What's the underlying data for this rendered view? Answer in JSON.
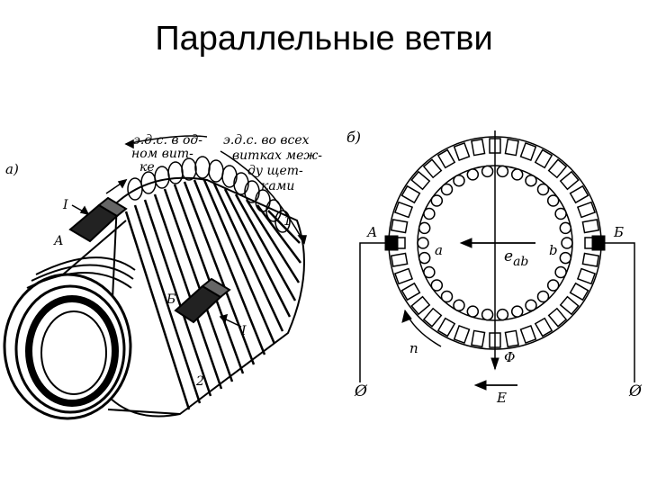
{
  "slide": {
    "title": "Параллельные ветви"
  },
  "figure_a": {
    "panel_label": "а)",
    "emf_one_turn": [
      "э.д.с. в од-",
      "ном вит-",
      "ке"
    ],
    "emf_all_turns": [
      "э.д.с. во всех",
      "витках меж-",
      "ду щет-",
      "ками"
    ],
    "label_I_top": "I",
    "label_A": "А",
    "label_B": "Б",
    "label_I_bottom": "I",
    "label_1": "1",
    "label_2": "2"
  },
  "figure_b": {
    "panel_label": "б)",
    "brush_A": "А",
    "brush_B": "Б",
    "point_a": "a",
    "point_b": "b",
    "emf_label": "e",
    "emf_subscript": "ab",
    "rotation_label": "n",
    "flux_label": "Ф",
    "E_label": "E",
    "terminal_left": "Ø",
    "terminal_right": "Ø"
  }
}
